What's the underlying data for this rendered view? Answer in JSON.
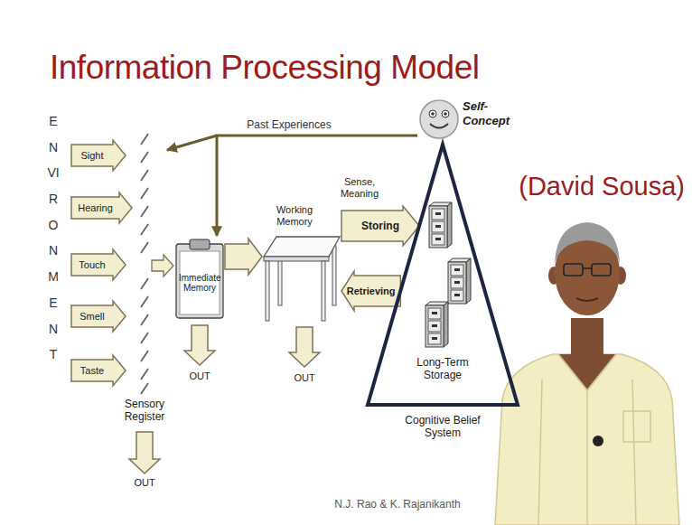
{
  "diagram": {
    "title": "Information Processing Model",
    "nodes": [
      {
        "text": [
          "Sight"
        ]
      },
      {
        "text": [
          "Hearing"
        ]
      },
      {
        "text": [
          "Touch"
        ]
      },
      {
        "text": [
          "Smell"
        ]
      },
      {
        "text": [
          "Taste"
        ]
      },
      {
        "text": [
          "Immediate Memory"
        ]
      },
      {
        "text": [
          "Working Memory"
        ]
      },
      {
        "text": [
          "Self-Concept"
        ]
      },
      {
        "text": [
          "Long-Term Storage",
          "Cognitive Belief System"
        ]
      }
    ],
    "edges": [
      {
        "from": 7,
        "to": 5,
        "arrow": "to",
        "label": "Past Experiences"
      },
      {
        "from": 5,
        "to": 6,
        "arrow": "to"
      },
      {
        "from": 6,
        "to": 8,
        "arrow": "to",
        "label": "Storing"
      },
      {
        "from": 8,
        "to": 6,
        "arrow": "to",
        "label": "Retrieving"
      }
    ],
    "labels": [
      "ENVIRONMENT",
      "Sensory Register",
      "OUT",
      "OUT",
      "OUT",
      "Sense, Meaning",
      "(David Sousa)",
      "N.J. Rao & K. Rajanikanth"
    ]
  }
}
